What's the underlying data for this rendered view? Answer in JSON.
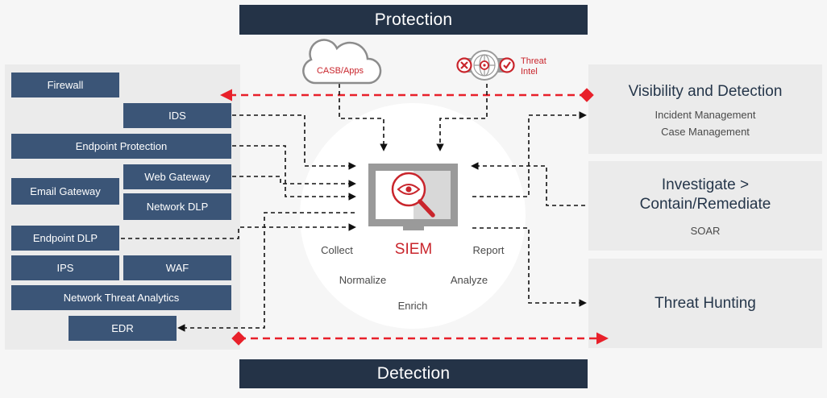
{
  "bands": {
    "top": "Protection",
    "bottom": "Detection"
  },
  "tools": {
    "firewall": "Firewall",
    "ids": "IDS",
    "endpoint_protection": "Endpoint Protection",
    "web_gateway": "Web Gateway",
    "email_gateway": "Email Gateway",
    "network_dlp": "Network DLP",
    "endpoint_dlp": "Endpoint DLP",
    "ips": "IPS",
    "waf": "WAF",
    "network_threat_analytics": "Network Threat Analytics",
    "edr": "EDR"
  },
  "sources": {
    "casb": "CASB/Apps",
    "threat_intel_line1": "Threat",
    "threat_intel_line2": "Intel"
  },
  "center": {
    "siem": "SIEM",
    "collect": "Collect",
    "report": "Report",
    "normalize": "Normalize",
    "analyze": "Analyze",
    "enrich": "Enrich"
  },
  "right": {
    "visibility": {
      "title": "Visibility and Detection",
      "items": [
        "Incident Management",
        "Case Management"
      ]
    },
    "investigate": {
      "title_line1": "Investigate >",
      "title_line2": "Contain/Remediate",
      "sub": "SOAR"
    },
    "hunting": {
      "title": "Threat Hunting"
    }
  },
  "colors": {
    "navy": "#243347",
    "tool_blue": "#3b5577",
    "accent_red": "#c9252c",
    "panel_gray": "#ebebeb"
  }
}
